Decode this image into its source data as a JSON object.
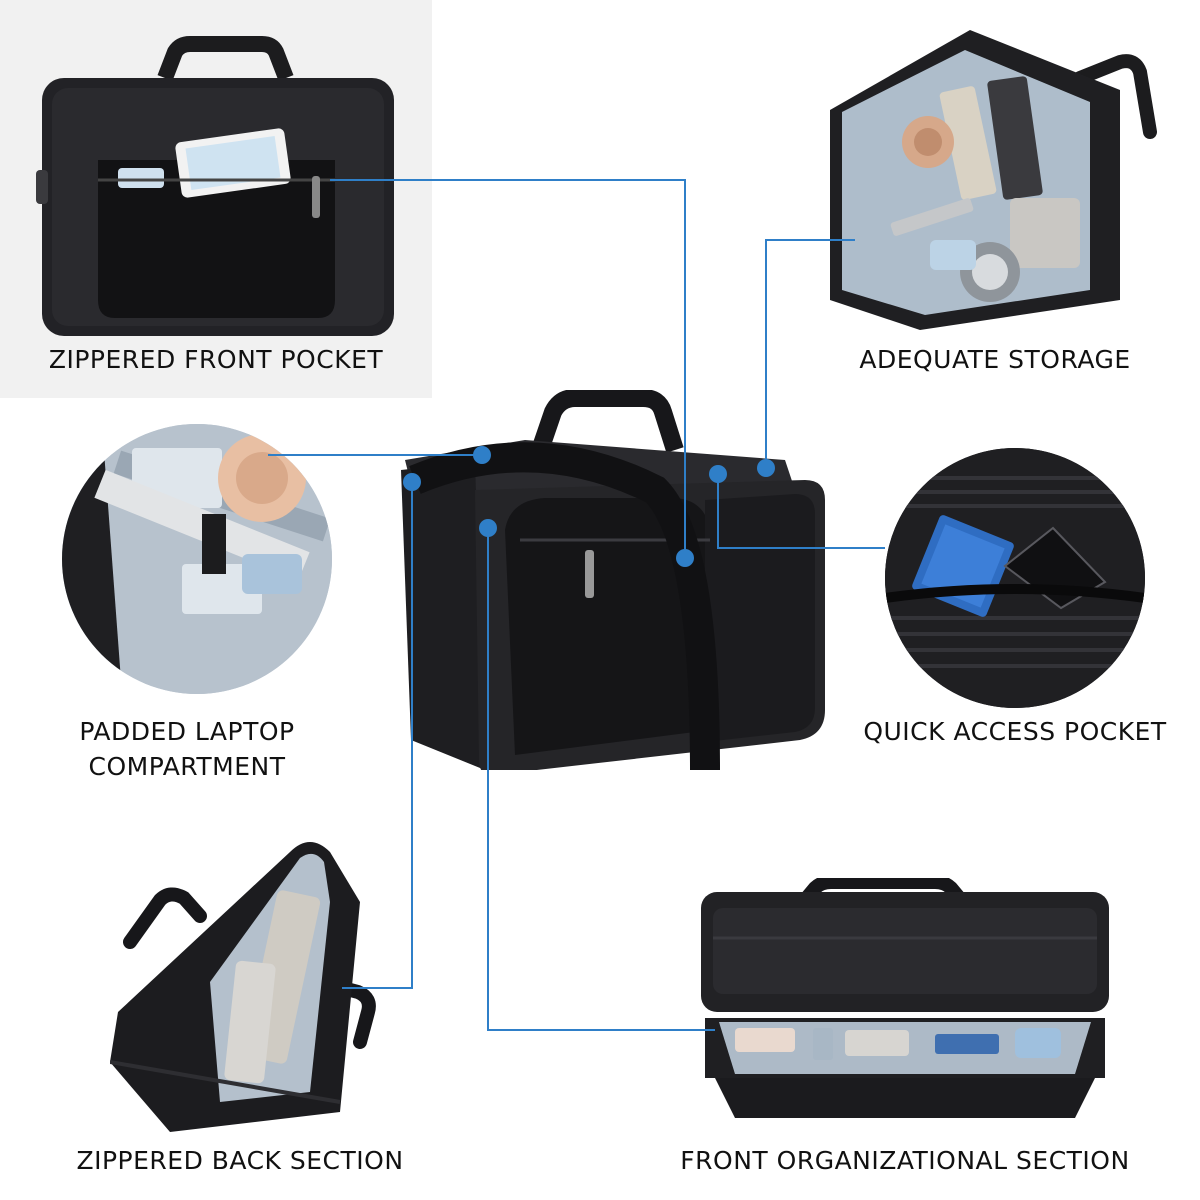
{
  "labels": {
    "front_pocket": "ZIPPERED FRONT POCKET",
    "adequate_storage": "ADEQUATE STORAGE",
    "padded_laptop_line1": "PADDED LAPTOP",
    "padded_laptop_line2": "COMPARTMENT",
    "quick_access": "QUICK ACCESS POCKET",
    "back_section": "ZIPPERED BACK SECTION",
    "front_org": "FRONT ORGANIZATIONAL SECTION"
  },
  "colors": {
    "accent": "#2f7fc8",
    "bag": "#1c1c1e",
    "lining": "#b9c4cf"
  }
}
